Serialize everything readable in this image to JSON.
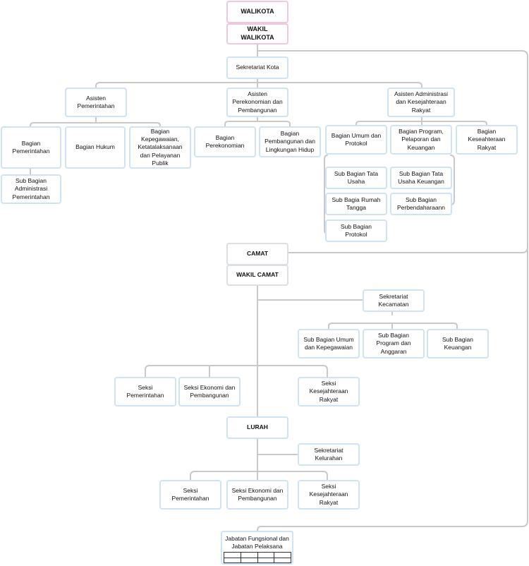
{
  "nodes": {
    "walikota": "WALIKOTA",
    "wakil_walikota": "WAKIL WALIKOTA",
    "sekretariat_kota": "Sekretariat Kota",
    "asisten_pemerintahan": "Asisten Pemerintahan",
    "asisten_perekonomian": "Asisten Perekonomian dan Pembangunan",
    "asisten_administrasi": "Asisten Administrasi dan Kesejahteraan Rakyat",
    "bagian_pemerintahan": "Bagian Pemerintahan",
    "bagian_hukum": "Bagian Hukum",
    "bagian_kepegawaian": "Bagian Kepegawaian, Ketatalaksanaan dan Pelayanan Publik",
    "sub_bagian_administrasi_pemerintahan": "Sub Bagian Administrasi Pemerintahan",
    "bagian_perekonomian": "Bagian Perekonomian",
    "bagian_pembangunan": "Bagian Pembangunan dan Lingkungan Hidup",
    "bagian_umum": "Bagian Umum dan Protokol",
    "bagian_program": "Bagian Program, Pelaporan dan Keuangan",
    "bagian_kesejahteraan": "Bagian Keseahteraan Rakyat",
    "sub_tata_usaha": "Sub Bagian Tata Usaha",
    "sub_rumah_tangga": "Sub Bagia Rumah Tangga",
    "sub_protokol": "Sub Bagian Protokol",
    "sub_tata_usaha_keuangan": "Sub Bagian Tata Usaha Keuangan",
    "sub_perbendaharaan": "Sub Bagian Perbendaharaann",
    "camat": "CAMAT",
    "wakil_camat": "WAKIL CAMAT",
    "sekretariat_kecamatan": "Sekretariat Kecamatan",
    "sub_umum_kepegawaian": "Sub Bagian Umum dan Kepegawaian",
    "sub_program_anggaran": "Sub Bagian Program dan Anggaran",
    "sub_keuangan": "Sub Bagian Keuangan",
    "seksi_pemerintahan_kec": "Seksi Pemerintahan",
    "seksi_ekonomi_kec": "Seksi Ekonomi dan Pembangunan",
    "seksi_kesejahteraan_kec": "Seksi Kesejahteraan Rakyat",
    "lurah": "LURAH",
    "sekretariat_kelurahan": "Sekretariat Kelurahan",
    "seksi_pemerintahan_kel": "Seksi Pemerintahan",
    "seksi_ekonomi_kel": "Seksi Ekonomi dan Pembangunan",
    "seksi_kesejahteraan_kel": "Seksi Kesejahteraan Rakyat",
    "jabatan_fungsional": "Jabatan Fungsional dan Jabatan Pelaksana"
  },
  "colors": {
    "line": "#c9c9c9",
    "box_border": "#cfe3f4",
    "top_border": "#f2c6df",
    "grey_border": "#dcdfe3"
  }
}
